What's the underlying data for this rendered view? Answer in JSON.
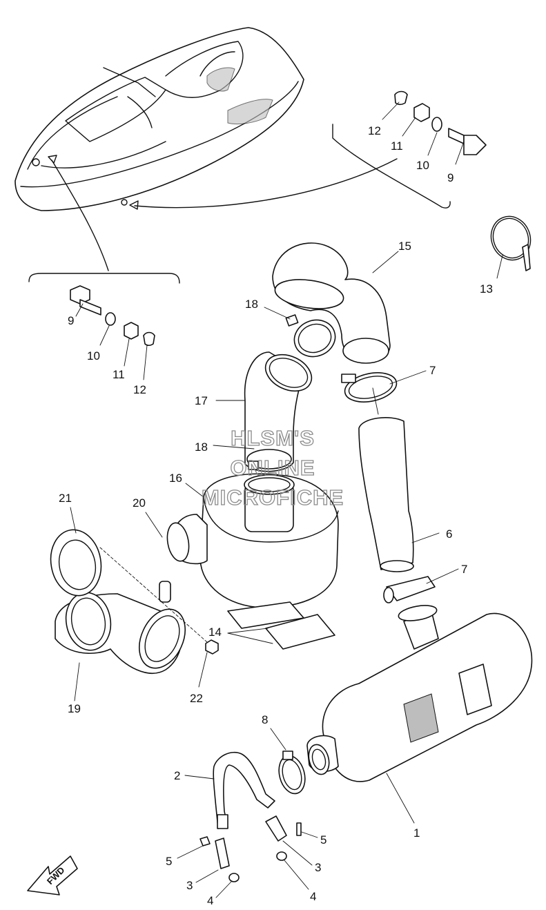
{
  "watermark": {
    "line1": "HLSM'S",
    "line2": "ONLINE",
    "line3": "MICROFICHE"
  },
  "forward_arrow_label": "FWD",
  "callouts": [
    "1",
    "2",
    "3",
    "3",
    "4",
    "4",
    "5",
    "5",
    "6",
    "7",
    "7",
    "8",
    "9",
    "9",
    "10",
    "10",
    "11",
    "11",
    "12",
    "12",
    "13",
    "14",
    "15",
    "16",
    "17",
    "18",
    "18",
    "19",
    "20",
    "21",
    "22"
  ]
}
